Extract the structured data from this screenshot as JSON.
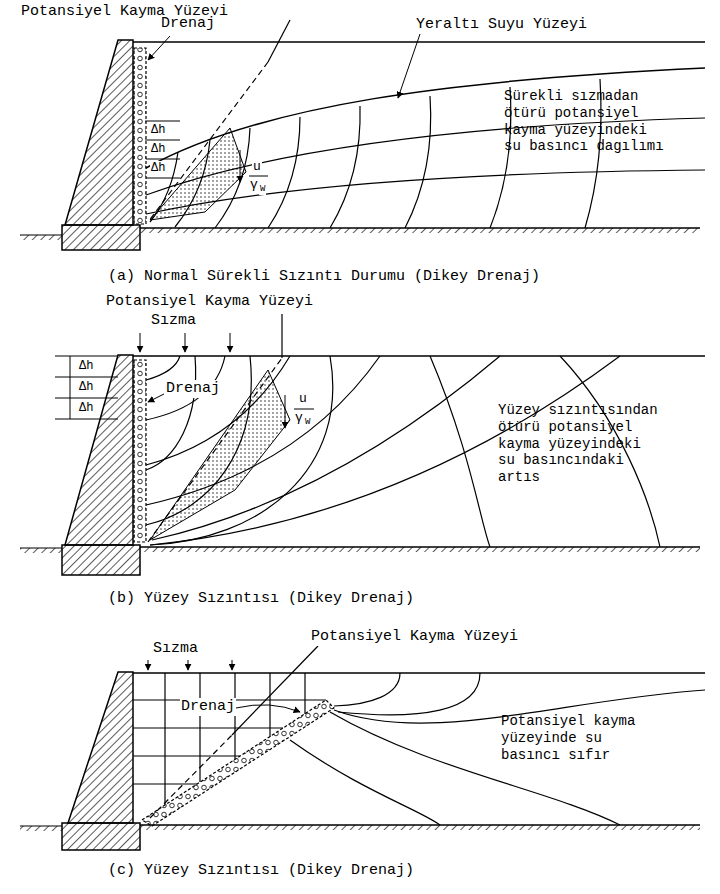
{
  "diagram": {
    "labels": [
      "Potansiyel Kayma Yüzeyi",
      "Drenaj",
      "Yeraltı Suyu Yüzeyi",
      "Δh",
      "Δh",
      "Δh",
      "u",
      "γ",
      "W",
      "Sürekli sızmadan ötürü potansiyel kayma yüzeyindeki su basıncı dagılımı",
      "(a) Normal Sürekli Sızıntı Durumu (Dikey Drenaj)",
      "Potansiyel Kayma Yüzeyi",
      "Sızma",
      "Δh",
      "Δh",
      "Δh",
      "Drenaj",
      "u",
      "γ",
      "W",
      "Yüzey sızıntısından ötürü potansiyel kayma yüzeyindeki su basıncındaki artıs",
      "(b) Yüzey Sızıntısı (Dikey Drenaj)",
      "Sızma",
      "Potansiyel Kayma Yüzeyi",
      "Drenaj",
      "Potansiyel kayma yüzeyinde su basıncı sıfır",
      "(c) Yüzey Sızıntısı (Dikey Drenaj)"
    ]
  }
}
